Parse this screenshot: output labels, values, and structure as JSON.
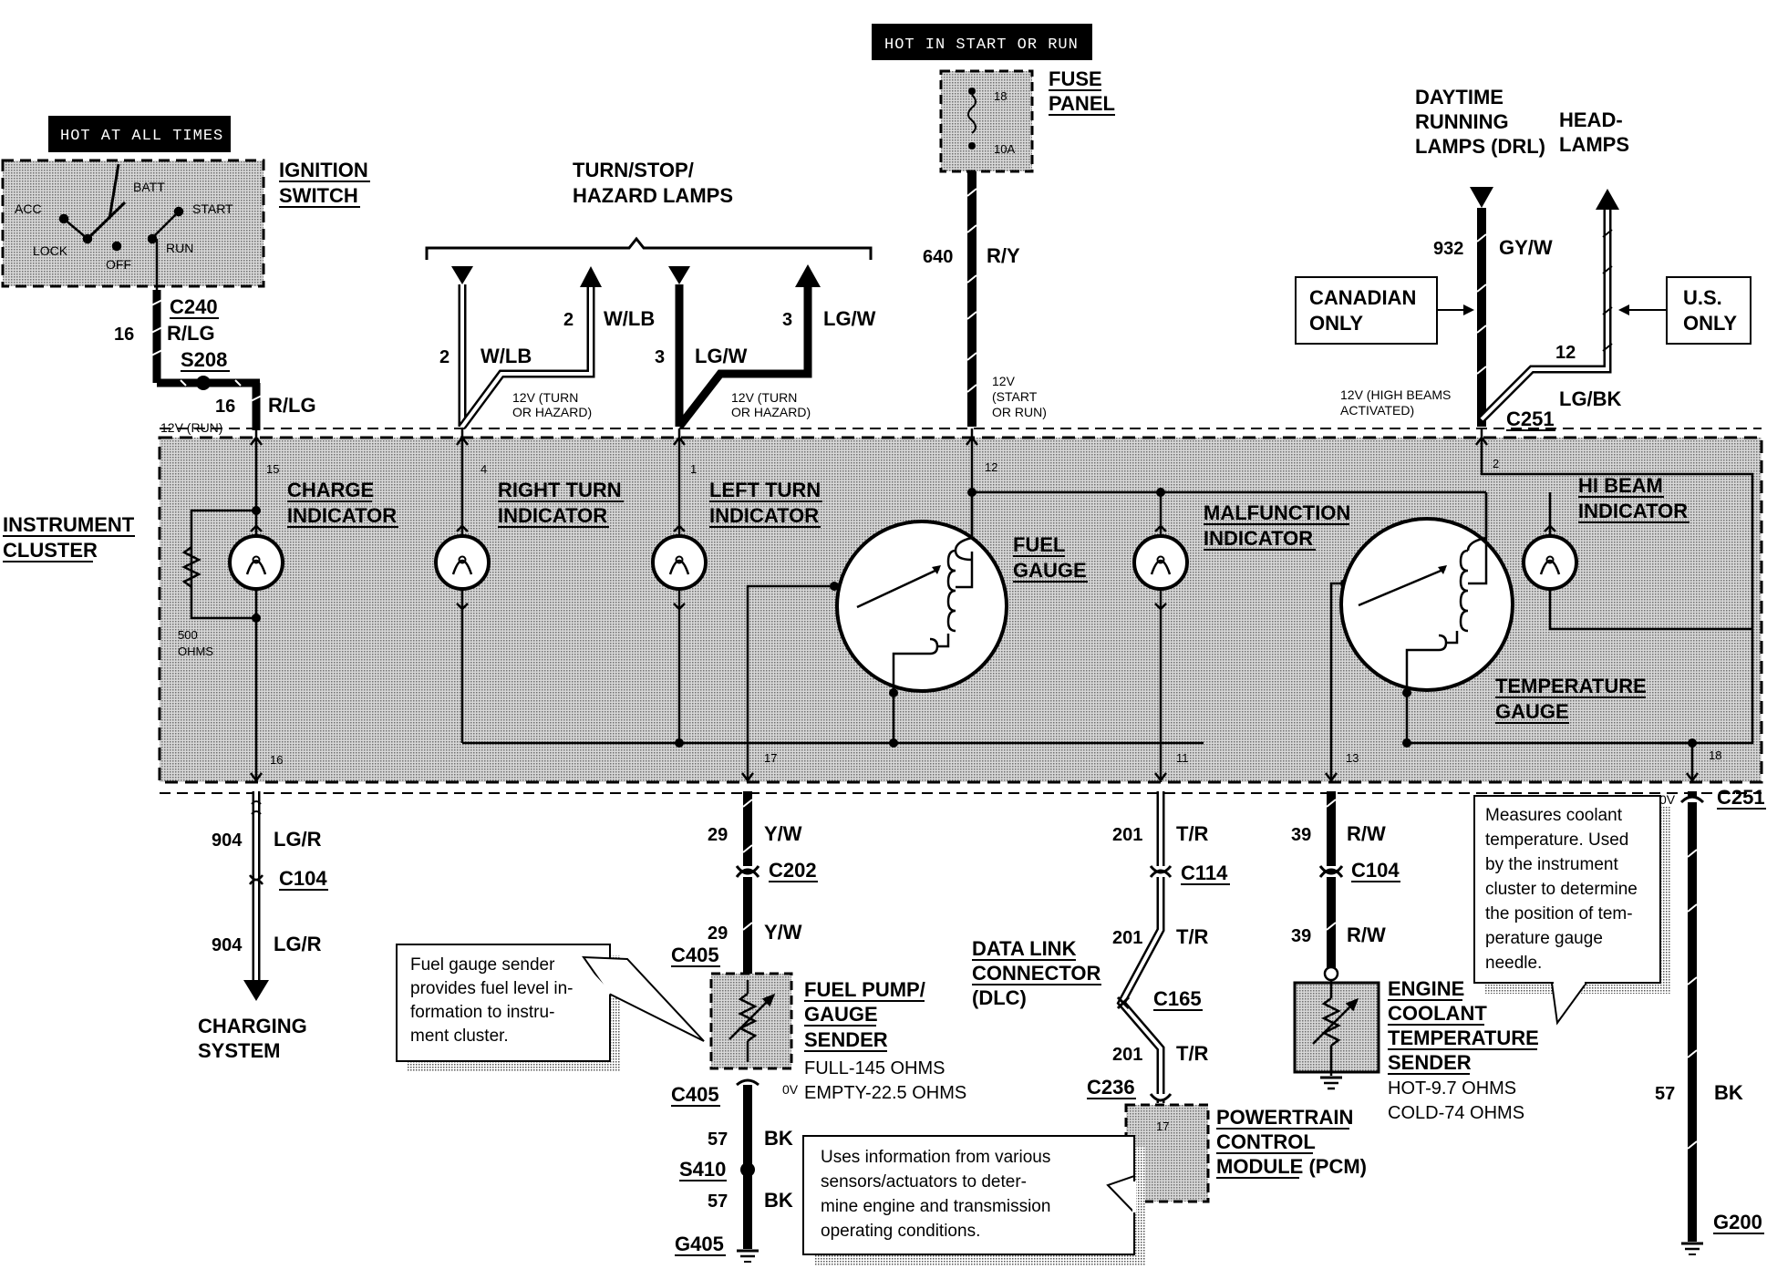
{
  "hot_labels": {
    "all_times": "HOT AT ALL TIMES",
    "start_run": "HOT IN START OR RUN"
  },
  "ignition": {
    "title1": "IGNITION",
    "title2": "SWITCH",
    "batt": "BATT",
    "acc": "ACC",
    "start": "START",
    "lock": "LOCK",
    "off": "OFF",
    "run": "RUN"
  },
  "turn_lamps": {
    "line1": "TURN/STOP/",
    "line2": "HAZARD LAMPS"
  },
  "fuse_panel": {
    "line1": "FUSE",
    "line2": "PANEL",
    "num": "18",
    "amps": "10A"
  },
  "drl": {
    "line1": "DAYTIME",
    "line2": "RUNNING",
    "line3": "LAMPS (DRL)"
  },
  "headlamps": {
    "line1": "HEAD-",
    "line2": "LAMPS"
  },
  "canadian": {
    "line1": "CANADIAN",
    "line2": "ONLY"
  },
  "us_only": {
    "line1": "U.S.",
    "line2": "ONLY"
  },
  "wires": {
    "c240": "C240",
    "n16a": "16",
    "rlg_a": "R/LG",
    "s208": "S208",
    "n16b": "16",
    "rlg_b": "R/LG",
    "v12run": "12V (RUN)",
    "n2a": "2",
    "wlb_a": "W/LB",
    "n2b": "2",
    "wlb_b": "W/LB",
    "turn12a1": "12V (TURN",
    "turn12a2": "OR HAZARD)",
    "n3a": "3",
    "lgw_a": "LG/W",
    "n3b": "3",
    "lgw_b": "LG/W",
    "turn12b1": "12V (TURN",
    "turn12b2": "OR HAZARD)",
    "n640": "640",
    "ry": "R/Y",
    "start12_1": "12V",
    "start12_2": "(START",
    "start12_3": "OR RUN)",
    "n932": "932",
    "gyw": "GY/W",
    "n12": "12",
    "lgbk": "LG/BK",
    "hb12_1": "12V (HIGH BEAMS",
    "hb12_2": "ACTIVATED)",
    "c251a": "C251"
  },
  "cluster": {
    "title1": "INSTRUMENT",
    "title2": "CLUSTER",
    "charge1": "CHARGE",
    "charge2": "INDICATOR",
    "right1": "RIGHT TURN",
    "right2": "INDICATOR",
    "left1": "LEFT TURN",
    "left2": "INDICATOR",
    "fuel1": "FUEL",
    "fuel2": "GAUGE",
    "malf1": "MALFUNCTION",
    "malf2": "INDICATOR",
    "hibeam1": "HI BEAM",
    "hibeam2": "INDICATOR",
    "temp1": "TEMPERATURE",
    "temp2": "GAUGE",
    "ohm1": "500",
    "ohm2": "OHMS",
    "pins": [
      "15",
      "4",
      "1",
      "12",
      "2",
      "16",
      "17",
      "11",
      "13",
      "18"
    ]
  },
  "bottom": {
    "n904a": "904",
    "lgr_a": "LG/R",
    "c104a": "C104",
    "n904b": "904",
    "lgr_b": "LG/R",
    "charging1": "CHARGING",
    "charging2": "SYSTEM",
    "n29a": "29",
    "yw_a": "Y/W",
    "c202": "C202",
    "n29b": "29",
    "yw_b": "Y/W",
    "c405a": "C405",
    "fuelsender1": "FUEL PUMP/",
    "fuelsender2": "GAUGE",
    "fuelsender3": "SENDER",
    "full": "FULL-145 OHMS",
    "empty": "EMPTY-22.5 OHMS",
    "ov1": "0V",
    "c405b": "C405",
    "n57a": "57",
    "bk_a": "BK",
    "s410": "S410",
    "n57b": "57",
    "bk_b": "BK",
    "g405": "G405",
    "n201a": "201",
    "tr_a": "T/R",
    "c114": "C114",
    "n201b": "201",
    "tr_b": "T/R",
    "c165": "C165",
    "n201c": "201",
    "tr_c": "T/R",
    "c236": "C236",
    "dlc1": "DATA LINK",
    "dlc2": "CONNECTOR",
    "dlc3": "(DLC)",
    "pcm1": "POWERTRAIN",
    "pcm2": "CONTROL",
    "pcm3a": "MODULE",
    "pcm3b": " (PCM)",
    "pcmpin": "17",
    "n39a": "39",
    "rw_a": "R/W",
    "c104b": "C104",
    "n39b": "39",
    "rw_b": "R/W",
    "ect1": "ENGINE",
    "ect2": "COOLANT",
    "ect3": "TEMPERATURE",
    "ect4": "SENDER",
    "hot": "HOT-9.7 OHMS",
    "cold": "COLD-74 OHMS",
    "ov2": "0V",
    "c251b": "C251",
    "n57c": "57",
    "bk_c": "BK",
    "g200": "G200"
  },
  "notes": {
    "fuel": [
      "Fuel gauge sender",
      "provides fuel level in-",
      "formation to instru-",
      "ment cluster."
    ],
    "pcm": [
      "Uses information from various",
      "sensors/actuators to deter-",
      "mine engine and transmission",
      "operating conditions."
    ],
    "temp": [
      "Measures coolant",
      "temperature. Used",
      "by the instrument",
      "cluster to determine",
      "the position of tem-",
      "perature gauge",
      "needle."
    ]
  }
}
